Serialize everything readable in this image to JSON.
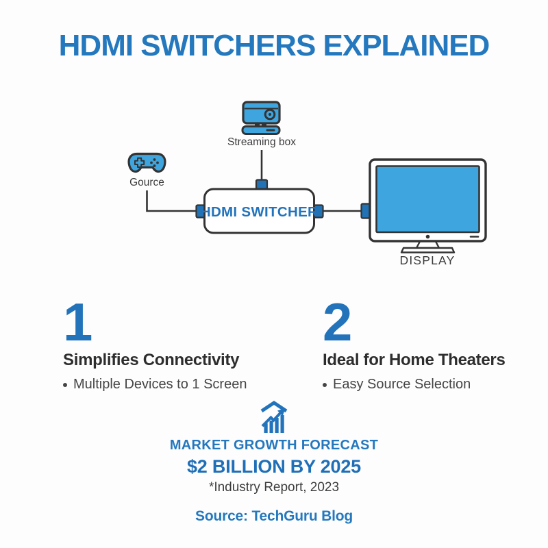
{
  "theme": {
    "bg": "#fdfdfd",
    "title-blue": "#2478BE",
    "accent-blue": "#2173BC",
    "value-blue": "#1F6FB8",
    "number-blue": "#2273BA",
    "icon-fill": "#3FA5DE",
    "port-fill": "#2173B5",
    "outline-dark": "#333333",
    "label-dark": "#3C3C3C",
    "heading-dark": "#2D2D2D",
    "body-dark": "#454545"
  },
  "title": {
    "text": "HDMI SWITCHERS EXPLAINED"
  },
  "diagram": {
    "streaming_box_label": "Streaming box",
    "source_label": "Gource",
    "switcher_label": "HDMI SWITCHER",
    "display_label": "DISPLAY"
  },
  "features": [
    {
      "number": "1",
      "heading": "Simplifies Connectivity",
      "bullet": "Multiple Devices to 1 Screen"
    },
    {
      "number": "2",
      "heading": "Ideal for Home Theaters",
      "bullet": "Easy Source Selection"
    }
  ],
  "forecast": {
    "heading": "MARKET GROWTH FORECAST",
    "value": "$2 BILLION BY 2025",
    "note": "*Industry Report, 2023"
  },
  "attribution": "Source: TechGuru Blog"
}
